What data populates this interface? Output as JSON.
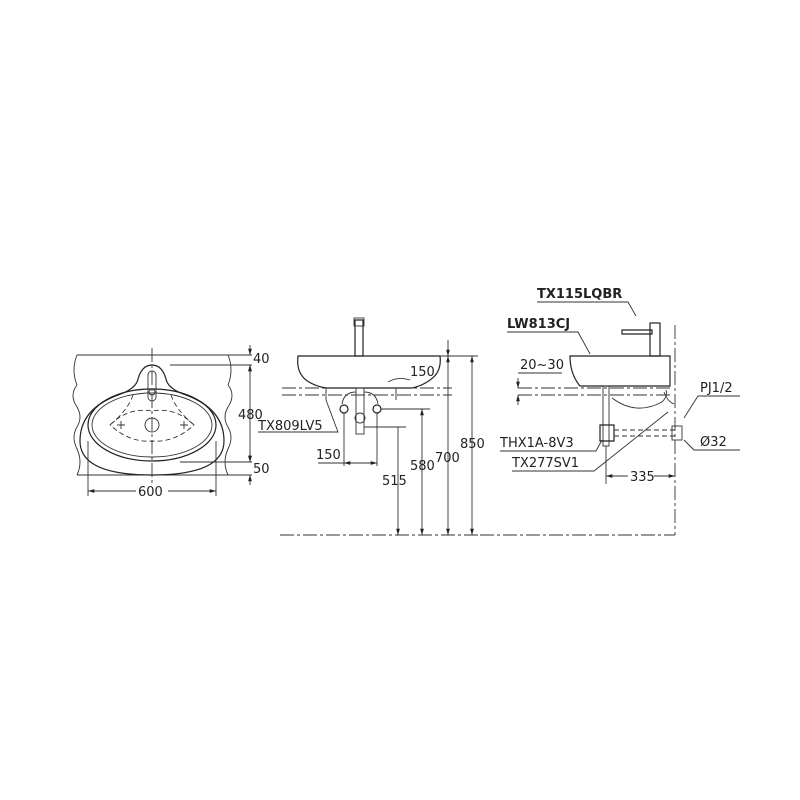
{
  "drawing": {
    "plan_view": {
      "dims": {
        "top_offset": "40",
        "depth": "480",
        "bottom_offset": "50",
        "width": "600"
      }
    },
    "front_view": {
      "dims": {
        "bowl_height": "150",
        "supply_spacing": "150",
        "trap_height": "515",
        "supply_height": "580",
        "wall_height": "700",
        "rim_height": "850"
      },
      "labels": {
        "supply_part": "TX809LV5"
      }
    },
    "side_view": {
      "dims": {
        "wall_gap": "20~30",
        "trap_projection": "335",
        "pipe_dia": "Ø32",
        "thread": "PJ1/2"
      },
      "labels": {
        "faucet": "TX115LQBR",
        "basin": "LW813CJ",
        "trap": "THX1A-8V3",
        "valve": "TX277SV1"
      }
    }
  },
  "colors": {
    "line": "#222222",
    "background": "#ffffff"
  }
}
